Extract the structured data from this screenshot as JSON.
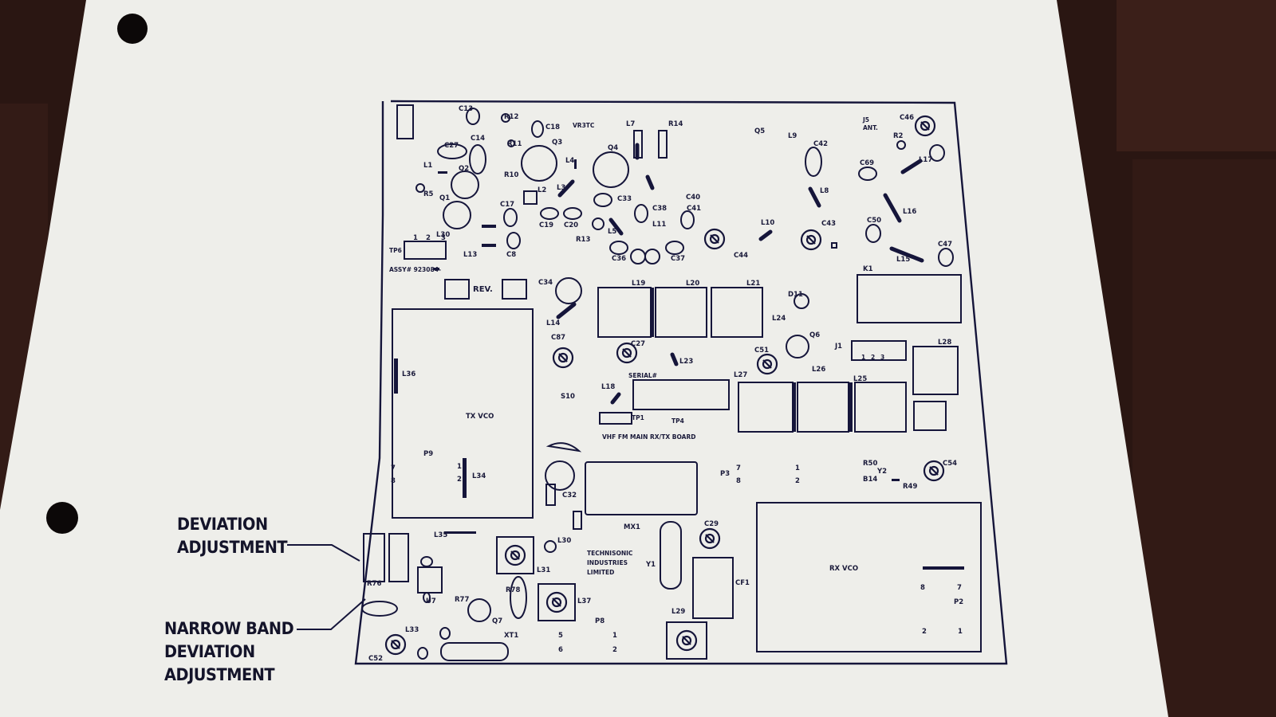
{
  "paper_ghost_text": [],
  "callouts": {
    "deviation": [
      "DEVIATION",
      "ADJUSTMENT"
    ],
    "narrow_band": [
      "NARROW BAND",
      "DEVIATION",
      "ADJUSTMENT"
    ]
  },
  "board": {
    "title": "VHF FM MAIN RX/TX BOARD",
    "assy": "ASSY# 923084-",
    "rev": "REV.",
    "manufacturer": [
      "TECHNISONIC",
      "INDUSTRIES",
      "LIMITED"
    ],
    "tx_vco": "TX VCO",
    "rx_vco": "RX VCO",
    "serial": "SERIAL#",
    "mx1": "MX1",
    "vr3tc": "VR3TC",
    "j5": "J5",
    "ant": "ANT.",
    "tp1": "TP1",
    "tp4": "TP4",
    "tp6": "TP6"
  },
  "component_labels": [
    {
      "id": "C13",
      "t": "C13"
    },
    {
      "id": "R12",
      "t": "R12"
    },
    {
      "id": "C18",
      "t": "C18"
    },
    {
      "id": "L7",
      "t": "L7"
    },
    {
      "id": "R14",
      "t": "R14"
    },
    {
      "id": "Q5",
      "t": "Q5"
    },
    {
      "id": "L9",
      "t": "L9"
    },
    {
      "id": "C42",
      "t": "C42"
    },
    {
      "id": "C46",
      "t": "C46"
    },
    {
      "id": "C14",
      "t": "C14"
    },
    {
      "id": "R11",
      "t": "R11"
    },
    {
      "id": "Q3",
      "t": "Q3"
    },
    {
      "id": "C27",
      "t": "C27"
    },
    {
      "id": "Q4",
      "t": "Q4"
    },
    {
      "id": "R2",
      "t": "R2"
    },
    {
      "id": "L1",
      "t": "L1"
    },
    {
      "id": "Q2",
      "t": "Q2"
    },
    {
      "id": "R10",
      "t": "R10"
    },
    {
      "id": "L4",
      "t": "L4"
    },
    {
      "id": "C69",
      "t": "C69"
    },
    {
      "id": "L17",
      "t": "L17"
    },
    {
      "id": "R5",
      "t": "R5"
    },
    {
      "id": "L2",
      "t": "L2"
    },
    {
      "id": "L3",
      "t": "L3"
    },
    {
      "id": "L8",
      "t": "L8"
    },
    {
      "id": "C33",
      "t": "C33"
    },
    {
      "id": "Q1",
      "t": "Q1"
    },
    {
      "id": "C17",
      "t": "C17"
    },
    {
      "id": "C38",
      "t": "C38"
    },
    {
      "id": "C40",
      "t": "C40"
    },
    {
      "id": "C41",
      "t": "C41"
    },
    {
      "id": "L16",
      "t": "L16"
    },
    {
      "id": "L30",
      "t": "L30"
    },
    {
      "id": "C19",
      "t": "C19"
    },
    {
      "id": "C20",
      "t": "C20"
    },
    {
      "id": "L11",
      "t": "L11"
    },
    {
      "id": "L10",
      "t": "L10"
    },
    {
      "id": "C43",
      "t": "C43"
    },
    {
      "id": "C50",
      "t": "C50"
    },
    {
      "id": "R13",
      "t": "R13"
    },
    {
      "id": "L5",
      "t": "L5"
    },
    {
      "id": "C47",
      "t": "C47"
    },
    {
      "id": "L13",
      "t": "L13"
    },
    {
      "id": "C8",
      "t": "C8"
    },
    {
      "id": "C36",
      "t": "C36"
    },
    {
      "id": "C37",
      "t": "C37"
    },
    {
      "id": "C44",
      "t": "C44"
    },
    {
      "id": "L15",
      "t": "L15"
    },
    {
      "id": "K1",
      "t": "K1"
    },
    {
      "id": "C34",
      "t": "C34"
    },
    {
      "id": "L19",
      "t": "L19"
    },
    {
      "id": "L20",
      "t": "L20"
    },
    {
      "id": "L21",
      "t": "L21"
    },
    {
      "id": "D11",
      "t": "D11"
    },
    {
      "id": "L24",
      "t": "L24"
    },
    {
      "id": "L14",
      "t": "L14"
    },
    {
      "id": "C87",
      "t": "C87"
    },
    {
      "id": "C27b",
      "t": "C27"
    },
    {
      "id": "Q6",
      "t": "Q6"
    },
    {
      "id": "J1",
      "t": "J1"
    },
    {
      "id": "L28",
      "t": "L28"
    },
    {
      "id": "L23",
      "t": "L23"
    },
    {
      "id": "C51",
      "t": "C51"
    },
    {
      "id": "L36",
      "t": "L36"
    },
    {
      "id": "L27",
      "t": "L27"
    },
    {
      "id": "L25",
      "t": "L25"
    },
    {
      "id": "L26",
      "t": "L26"
    },
    {
      "id": "S10",
      "t": "S10"
    },
    {
      "id": "L18",
      "t": "L18"
    },
    {
      "id": "P9",
      "t": "P9"
    },
    {
      "id": "L34",
      "t": "L34"
    },
    {
      "id": "P3",
      "t": "P3"
    },
    {
      "id": "R50",
      "t": "R50"
    },
    {
      "id": "Y2",
      "t": "Y2"
    },
    {
      "id": "B14",
      "t": "B14"
    },
    {
      "id": "R49",
      "t": "R49"
    },
    {
      "id": "C54",
      "t": "C54"
    },
    {
      "id": "C32",
      "t": "C32"
    },
    {
      "id": "C29",
      "t": "C29"
    },
    {
      "id": "L30b",
      "t": "L30"
    },
    {
      "id": "Y1",
      "t": "Y1"
    },
    {
      "id": "CF1",
      "t": "CF1"
    },
    {
      "id": "L31",
      "t": "L31"
    },
    {
      "id": "L35",
      "t": "L35"
    },
    {
      "id": "U7",
      "t": "U7"
    },
    {
      "id": "R76",
      "t": "R76"
    },
    {
      "id": "R77",
      "t": "R77"
    },
    {
      "id": "R78",
      "t": "R78"
    },
    {
      "id": "L37",
      "t": "L37"
    },
    {
      "id": "Q7",
      "t": "Q7"
    },
    {
      "id": "P8",
      "t": "P8"
    },
    {
      "id": "L29",
      "t": "L29"
    },
    {
      "id": "L33",
      "t": "L33"
    },
    {
      "id": "C52",
      "t": "C52"
    },
    {
      "id": "XT1",
      "t": "XT1"
    },
    {
      "id": "P2",
      "t": "P2"
    }
  ],
  "pin_numbers": [
    "1",
    "2",
    "3",
    "7",
    "8",
    "5",
    "6"
  ]
}
